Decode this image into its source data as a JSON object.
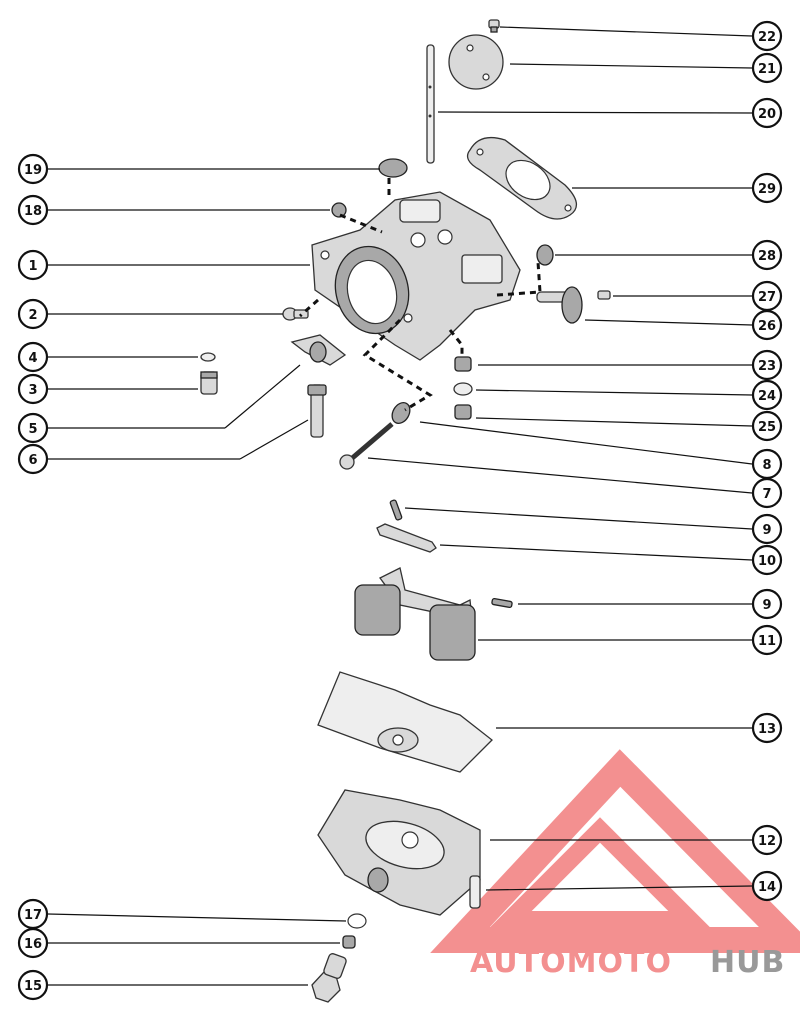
{
  "callouts": [
    {
      "id": "22",
      "label": "22"
    },
    {
      "id": "21",
      "label": "21"
    },
    {
      "id": "20",
      "label": "20"
    },
    {
      "id": "19",
      "label": "19"
    },
    {
      "id": "29",
      "label": "29"
    },
    {
      "id": "18",
      "label": "18"
    },
    {
      "id": "1",
      "label": "1"
    },
    {
      "id": "28",
      "label": "28"
    },
    {
      "id": "27",
      "label": "27"
    },
    {
      "id": "2",
      "label": "2"
    },
    {
      "id": "26",
      "label": "26"
    },
    {
      "id": "4",
      "label": "4"
    },
    {
      "id": "23",
      "label": "23"
    },
    {
      "id": "3",
      "label": "3"
    },
    {
      "id": "24",
      "label": "24"
    },
    {
      "id": "5",
      "label": "5"
    },
    {
      "id": "25",
      "label": "25"
    },
    {
      "id": "6",
      "label": "6"
    },
    {
      "id": "8",
      "label": "8"
    },
    {
      "id": "7",
      "label": "7"
    },
    {
      "id": "9a",
      "label": "9"
    },
    {
      "id": "10",
      "label": "10"
    },
    {
      "id": "9b",
      "label": "9"
    },
    {
      "id": "11",
      "label": "11"
    },
    {
      "id": "13",
      "label": "13"
    },
    {
      "id": "12",
      "label": "12"
    },
    {
      "id": "14",
      "label": "14"
    },
    {
      "id": "17",
      "label": "17"
    },
    {
      "id": "16",
      "label": "16"
    },
    {
      "id": "15",
      "label": "15"
    }
  ],
  "watermark": {
    "part1": "AUTOMOTO",
    "part2": "HUB",
    "color_primary": "#ef6b6b",
    "color_accent": "#f5c27a",
    "color_dark": "#666666"
  }
}
